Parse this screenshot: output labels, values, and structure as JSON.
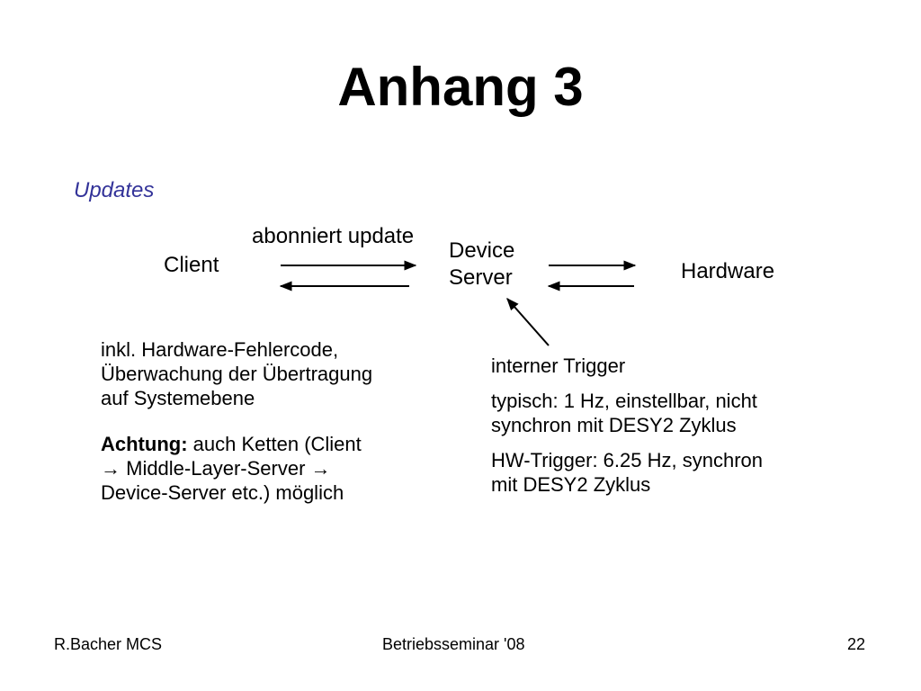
{
  "slide": {
    "title": "Anhang 3",
    "section": "Updates"
  },
  "diagram": {
    "client": "Client",
    "arrow_label": "abonniert update",
    "device_server_line1": "Device",
    "device_server_line2": "Server",
    "hardware": "Hardware",
    "trigger": "interner Trigger"
  },
  "left_notes": {
    "line1": "inkl. Hardware-Fehlercode,",
    "line2": "Überwachung der Übertragung",
    "line3": "auf Systemebene",
    "achtung_label": "Achtung:",
    "achtung_line1": "auch Ketten (Client",
    "achtung_line2": "→ Middle-Layer-Server →",
    "achtung_line3": "Device-Server etc.) möglich"
  },
  "right_notes": {
    "typisch_line1": "typisch: 1 Hz, einstellbar, nicht",
    "typisch_line2": "synchron mit DESY2 Zyklus",
    "hw_line1": "HW-Trigger: 6.25 Hz, synchron",
    "hw_line2": "mit DESY2 Zyklus"
  },
  "footer": {
    "left": "R.Bacher MCS",
    "center": "Betriebsseminar '08",
    "page": "22"
  },
  "colors": {
    "section": "#333399",
    "text": "#000000"
  }
}
